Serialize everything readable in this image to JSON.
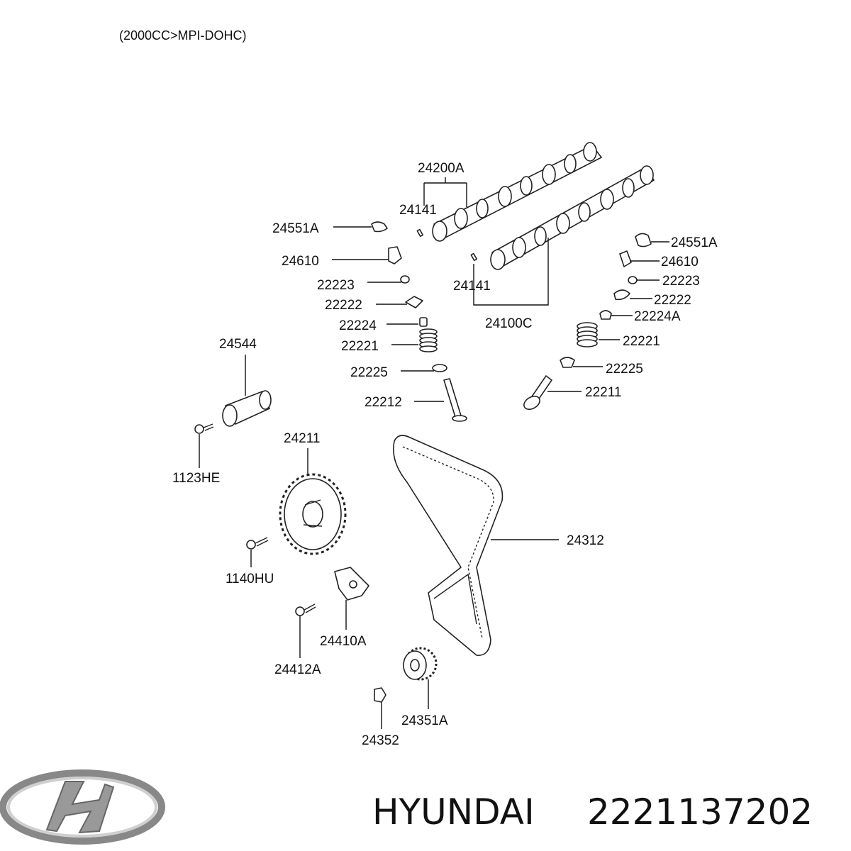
{
  "header": {
    "engine_spec": "(2000CC>MPI-DOHC)"
  },
  "brand": {
    "name": "HYUNDAI",
    "part_number": "2221137202",
    "logo": "hyundai-logo"
  },
  "labels": {
    "l24200A": "24200A",
    "l24141a": "24141",
    "l24141b": "24141",
    "l24100C": "24100C",
    "l24551A_left": "24551A",
    "l24610_left": "24610",
    "l22223_left": "22223",
    "l22222_left": "22222",
    "l22224": "22224",
    "l22221_left": "22221",
    "l22225_left": "22225",
    "l22212": "22212",
    "l24551A_right": "24551A",
    "l24610_right": "24610",
    "l22223_right": "22223",
    "l22222_right": "22222",
    "l22224A": "22224A",
    "l22221_right": "22221",
    "l22225_right": "22225",
    "l22211": "22211",
    "l24544": "24544",
    "l1123HE": "1123HE",
    "l24211": "24211",
    "l1140HU": "1140HU",
    "l24312": "24312",
    "l24410A": "24410A",
    "l24412A": "24412A",
    "l24351A": "24351A",
    "l24352": "24352"
  }
}
